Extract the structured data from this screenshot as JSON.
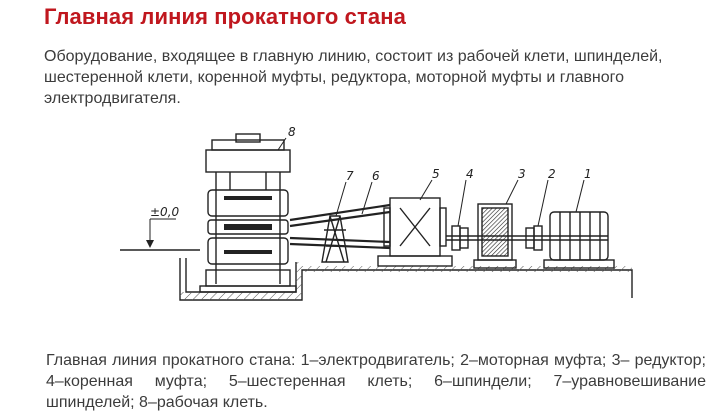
{
  "title": "Главная линия прокатного стана",
  "intro": "Оборудование, входящее в главную линию, состоит из рабочей клети, шпинделей, шестеренной клети, коренной муфты, редуктора, моторной муфты и главного электродвигателя.",
  "diagram": {
    "level_mark": "±0,0",
    "part_numbers": [
      "1",
      "2",
      "3",
      "4",
      "5",
      "6",
      "7",
      "8"
    ]
  },
  "caption": "Главная линия прокатного стана: 1–электродвигатель; 2–моторная муфта; 3– редуктор; 4–коренная муфта; 5–шестеренная клеть; 6–шпиндели; 7–уравновешивание шпинделей; 8–рабочая клеть."
}
